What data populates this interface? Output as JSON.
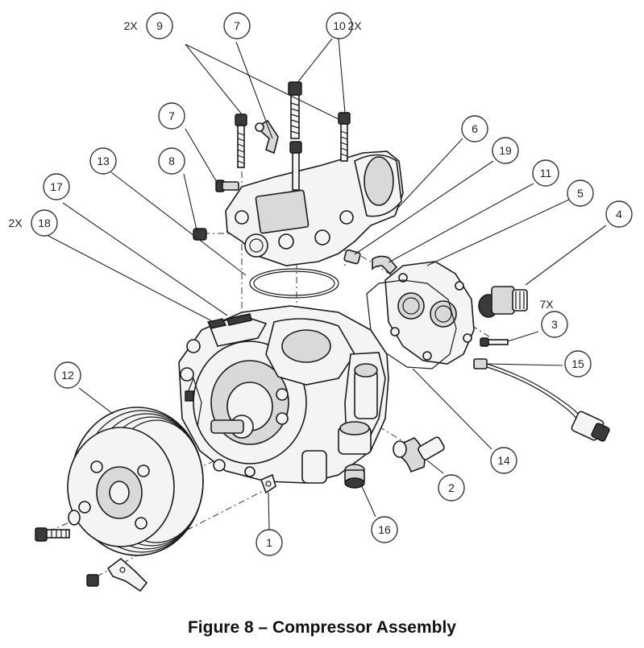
{
  "figure": {
    "caption": "Figure 8 – Compressor Assembly"
  },
  "callouts": [
    {
      "id": "c9",
      "label": "9",
      "qty": "2X"
    },
    {
      "id": "c7a",
      "label": "7",
      "qty": ""
    },
    {
      "id": "c10",
      "label": "10",
      "qty": "2X"
    },
    {
      "id": "c7b",
      "label": "7",
      "qty": ""
    },
    {
      "id": "c6",
      "label": "6",
      "qty": ""
    },
    {
      "id": "c13",
      "label": "13",
      "qty": ""
    },
    {
      "id": "c8",
      "label": "8",
      "qty": ""
    },
    {
      "id": "c19",
      "label": "19",
      "qty": ""
    },
    {
      "id": "c17",
      "label": "17",
      "qty": ""
    },
    {
      "id": "c11",
      "label": "11",
      "qty": ""
    },
    {
      "id": "c5",
      "label": "5",
      "qty": ""
    },
    {
      "id": "c18",
      "label": "18",
      "qty": "2X"
    },
    {
      "id": "c4",
      "label": "4",
      "qty": ""
    },
    {
      "id": "c3",
      "label": "3",
      "qty": "7X"
    },
    {
      "id": "c15",
      "label": "15",
      "qty": ""
    },
    {
      "id": "c12",
      "label": "12",
      "qty": ""
    },
    {
      "id": "c14",
      "label": "14",
      "qty": ""
    },
    {
      "id": "c2",
      "label": "2",
      "qty": ""
    },
    {
      "id": "c16",
      "label": "16",
      "qty": ""
    },
    {
      "id": "c1",
      "label": "1",
      "qty": ""
    }
  ]
}
